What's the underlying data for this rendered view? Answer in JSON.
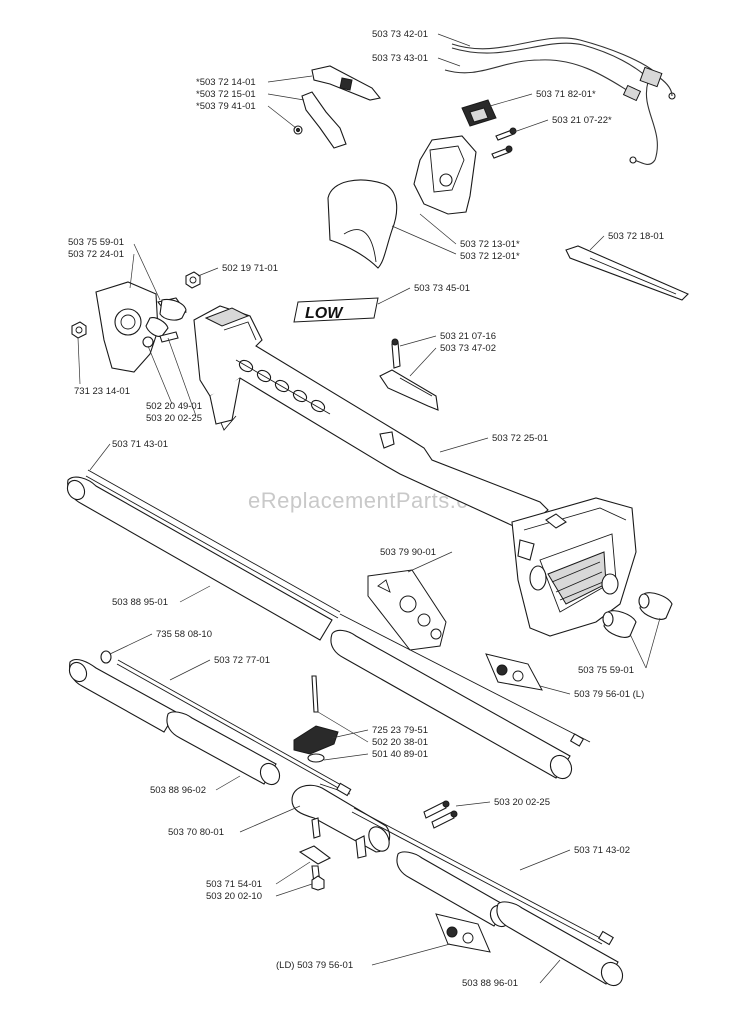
{
  "watermark": "eReplacementParts.com",
  "decal_text": "LOW",
  "labels": {
    "p1": "503 73 42-01",
    "p2": "503 73 43-01",
    "p3": "*503 72 14-01",
    "p4": "*503 72 15-01",
    "p5": "*503 79 41-01",
    "p6": "503 71 82-01*",
    "p7": "503 21 07-22*",
    "p8": "503 72 13-01*",
    "p9": "503 72 12-01*",
    "p10": "503 72 18-01",
    "p11": "503 75 59-01",
    "p12": "503 72 24-01",
    "p13": "502 19 71-01",
    "p14": "503 73 45-01",
    "p15": "503 21 07-16",
    "p16": "503 73 47-02",
    "p17": "731 23 14-01",
    "p18": "502 20 49-01",
    "p19": "503 20 02-25",
    "p20": "503 71 43-01",
    "p21": "503 72 25-01",
    "p22": "503 79 90-01",
    "p23": "503 88 95-01",
    "p24": "735 58 08-10",
    "p25": "503 72 77-01",
    "p26": "503 75 59-01",
    "p27": "503 79 56-01 (L)",
    "p28": "725 23 79-51",
    "p29": "502 20 38-01",
    "p30": "501 40 89-01",
    "p31": "503 88 96-02",
    "p32": "503 20 02-25",
    "p33": "503 70 80-01",
    "p34": "503 71 43-02",
    "p35": "503 71 54-01",
    "p36": "503 20 02-10",
    "p37": "(LD) 503 79 56-01",
    "p38": "503 88 96-01"
  }
}
